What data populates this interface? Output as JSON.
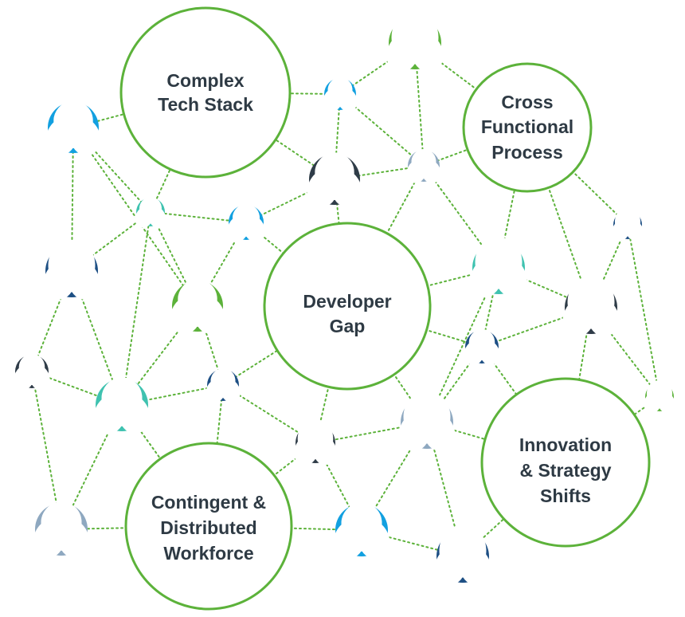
{
  "colors": {
    "line": "#5cb23a",
    "hub_stroke": "#5cb23a",
    "text": "#2e3a44",
    "green": "#5cb23a",
    "teal": "#3fc2b0",
    "sky": "#12a0e0",
    "navy": "#1d4f84",
    "charcoal": "#2f3c48",
    "gray": "#8ea8c0"
  },
  "hubs": [
    {
      "id": "complex_tech_stack",
      "lines": [
        "Complex",
        "Tech Stack"
      ]
    },
    {
      "id": "cross_functional_process",
      "lines": [
        "Cross",
        "Functional",
        "Process"
      ]
    },
    {
      "id": "developer_gap",
      "lines": [
        "Developer",
        "Gap"
      ]
    },
    {
      "id": "innovation_strategy_shifts",
      "lines": [
        "Innovation",
        "& Strategy",
        "Shifts"
      ]
    },
    {
      "id": "contingent_distributed_workforce",
      "lines": [
        "Contingent &",
        "Distributed",
        "Workforce"
      ]
    }
  ],
  "people": [
    {
      "id": "p1",
      "color": "green",
      "gender": "female",
      "icon": "person-icon"
    },
    {
      "id": "p2",
      "color": "sky",
      "gender": "male",
      "icon": "person-icon"
    },
    {
      "id": "p3",
      "color": "sky",
      "gender": "male",
      "icon": "person-icon"
    },
    {
      "id": "p4",
      "color": "charcoal",
      "gender": "male",
      "icon": "person-icon"
    },
    {
      "id": "p5",
      "color": "gray",
      "gender": "male",
      "icon": "person-icon"
    },
    {
      "id": "p6",
      "color": "teal",
      "gender": "male",
      "icon": "person-icon"
    },
    {
      "id": "p7",
      "color": "sky",
      "gender": "male",
      "icon": "person-icon"
    },
    {
      "id": "p8",
      "color": "navy",
      "gender": "female",
      "icon": "person-icon"
    },
    {
      "id": "p9",
      "color": "green",
      "gender": "male",
      "icon": "person-icon"
    },
    {
      "id": "p10",
      "color": "navy",
      "gender": "female",
      "icon": "person-icon"
    },
    {
      "id": "p11",
      "color": "teal",
      "gender": "female",
      "icon": "person-icon"
    },
    {
      "id": "p12",
      "color": "charcoal",
      "gender": "female",
      "icon": "person-icon"
    },
    {
      "id": "p13",
      "color": "navy",
      "gender": "male",
      "icon": "person-icon"
    },
    {
      "id": "p14",
      "color": "charcoal",
      "gender": "male",
      "icon": "person-icon"
    },
    {
      "id": "p15",
      "color": "teal",
      "gender": "male",
      "icon": "person-icon"
    },
    {
      "id": "p16",
      "color": "navy",
      "gender": "male",
      "icon": "person-icon"
    },
    {
      "id": "p17",
      "color": "green",
      "gender": "female",
      "icon": "person-icon"
    },
    {
      "id": "p18",
      "color": "gray",
      "gender": "female",
      "icon": "person-icon"
    },
    {
      "id": "p19",
      "color": "charcoal",
      "gender": "female",
      "icon": "person-icon"
    },
    {
      "id": "p20",
      "color": "gray",
      "gender": "male",
      "icon": "person-icon"
    },
    {
      "id": "p21",
      "color": "sky",
      "gender": "male",
      "icon": "person-icon"
    },
    {
      "id": "p22",
      "color": "navy",
      "gender": "female",
      "icon": "person-icon"
    }
  ],
  "edges": [
    [
      "complex_tech_stack",
      "p2"
    ],
    [
      "complex_tech_stack",
      "p3"
    ],
    [
      "complex_tech_stack",
      "p4"
    ],
    [
      "complex_tech_stack",
      "p6"
    ],
    [
      "p2",
      "p1"
    ],
    [
      "p2",
      "p4"
    ],
    [
      "p2",
      "p5"
    ],
    [
      "p1",
      "p5"
    ],
    [
      "p1",
      "cross_functional_process"
    ],
    [
      "p4",
      "p5"
    ],
    [
      "p4",
      "p7"
    ],
    [
      "p4",
      "developer_gap"
    ],
    [
      "p5",
      "cross_functional_process"
    ],
    [
      "p5",
      "p11"
    ],
    [
      "p5",
      "developer_gap"
    ],
    [
      "p3",
      "p6"
    ],
    [
      "p3",
      "p8"
    ],
    [
      "p3",
      "p9"
    ],
    [
      "p6",
      "p7"
    ],
    [
      "p6",
      "p8"
    ],
    [
      "p6",
      "p9"
    ],
    [
      "p6",
      "p15"
    ],
    [
      "p7",
      "developer_gap"
    ],
    [
      "p7",
      "p9"
    ],
    [
      "p8",
      "p15"
    ],
    [
      "p8",
      "p14"
    ],
    [
      "p9",
      "p15"
    ],
    [
      "p9",
      "p16"
    ],
    [
      "p14",
      "p15"
    ],
    [
      "p14",
      "p20"
    ],
    [
      "p15",
      "p16"
    ],
    [
      "p15",
      "contingent_distributed_workforce"
    ],
    [
      "p15",
      "p20"
    ],
    [
      "p16",
      "developer_gap"
    ],
    [
      "p16",
      "p19"
    ],
    [
      "p16",
      "contingent_distributed_workforce"
    ],
    [
      "developer_gap",
      "p11"
    ],
    [
      "developer_gap",
      "p13"
    ],
    [
      "developer_gap",
      "p18"
    ],
    [
      "developer_gap",
      "p19"
    ],
    [
      "p11",
      "cross_functional_process"
    ],
    [
      "p11",
      "p12"
    ],
    [
      "p11",
      "p13"
    ],
    [
      "p11",
      "p18"
    ],
    [
      "cross_functional_process",
      "p12"
    ],
    [
      "cross_functional_process",
      "p10"
    ],
    [
      "p10",
      "p12"
    ],
    [
      "p10",
      "p17"
    ],
    [
      "p12",
      "p13"
    ],
    [
      "p12",
      "p17"
    ],
    [
      "p12",
      "innovation_strategy_shifts"
    ],
    [
      "p13",
      "p18"
    ],
    [
      "p13",
      "innovation_strategy_shifts"
    ],
    [
      "p17",
      "innovation_strategy_shifts"
    ],
    [
      "p18",
      "p19"
    ],
    [
      "p18",
      "p21"
    ],
    [
      "p18",
      "innovation_strategy_shifts"
    ],
    [
      "p18",
      "p22"
    ],
    [
      "p19",
      "p21"
    ],
    [
      "p19",
      "contingent_distributed_workforce"
    ],
    [
      "contingent_distributed_workforce",
      "p20"
    ],
    [
      "contingent_distributed_workforce",
      "p21"
    ],
    [
      "p21",
      "p22"
    ],
    [
      "p22",
      "innovation_strategy_shifts"
    ]
  ]
}
